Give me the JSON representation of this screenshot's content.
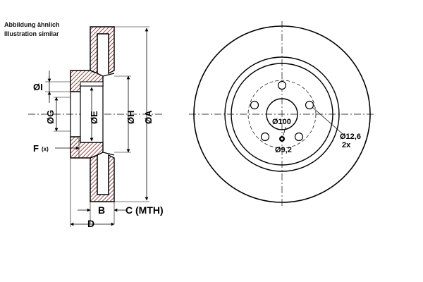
{
  "caption": {
    "line1": "Abbildung ähnlich",
    "line2": "Illustration similar"
  },
  "side_view": {
    "label_i": "ØI",
    "label_g": "ØG",
    "label_e": "ØE",
    "label_h": "ØH",
    "label_a": "ØA",
    "label_f": "F",
    "label_f_suffix": "(x)",
    "label_b": "B",
    "label_c": "C (MTH)",
    "label_d": "D"
  },
  "front_view": {
    "center_bore": "Ø100",
    "bolt_hole": "Ø12,6",
    "bolt_hole_count": "2x",
    "small_hole": "Ø9,2"
  },
  "colors": {
    "line": "#000000",
    "hatch": "#7a1f1f",
    "background": "#ffffff"
  }
}
